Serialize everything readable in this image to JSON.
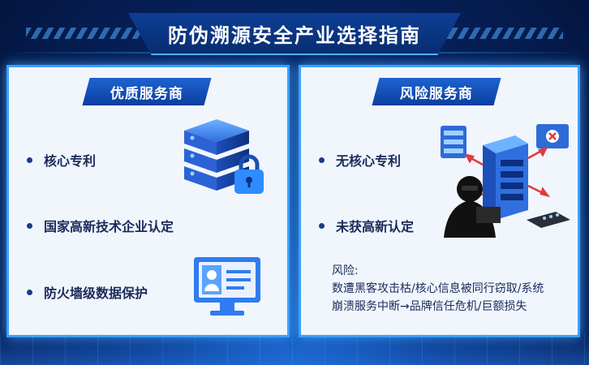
{
  "title": "防伪溯源安全产业选择指南",
  "left_panel": {
    "heading": "优质服务商",
    "items": [
      {
        "text": "核心专利"
      },
      {
        "text": "国家高新技术企业认定"
      },
      {
        "text": "防火墙级数据保护"
      }
    ],
    "icons": [
      "server-lock-icon",
      "id-card-monitor-icon"
    ]
  },
  "right_panel": {
    "heading": "风险服务商",
    "items": [
      {
        "text": "无核心专利"
      },
      {
        "text": "未获高新认定"
      }
    ],
    "risk_label": "风险:",
    "risk_line1": "数遭黑客攻击枯/核心信息被同行窃取/系统",
    "risk_line2": "崩溃服务中断→品牌信任危机/巨额损失",
    "icons": [
      "hacker-server-attack-icon"
    ]
  },
  "colors": {
    "accent": "#3aa1ff",
    "panel_bg": "#f1f6fd",
    "heading_bg": "#1e63d0",
    "text": "#1a2a5a"
  }
}
